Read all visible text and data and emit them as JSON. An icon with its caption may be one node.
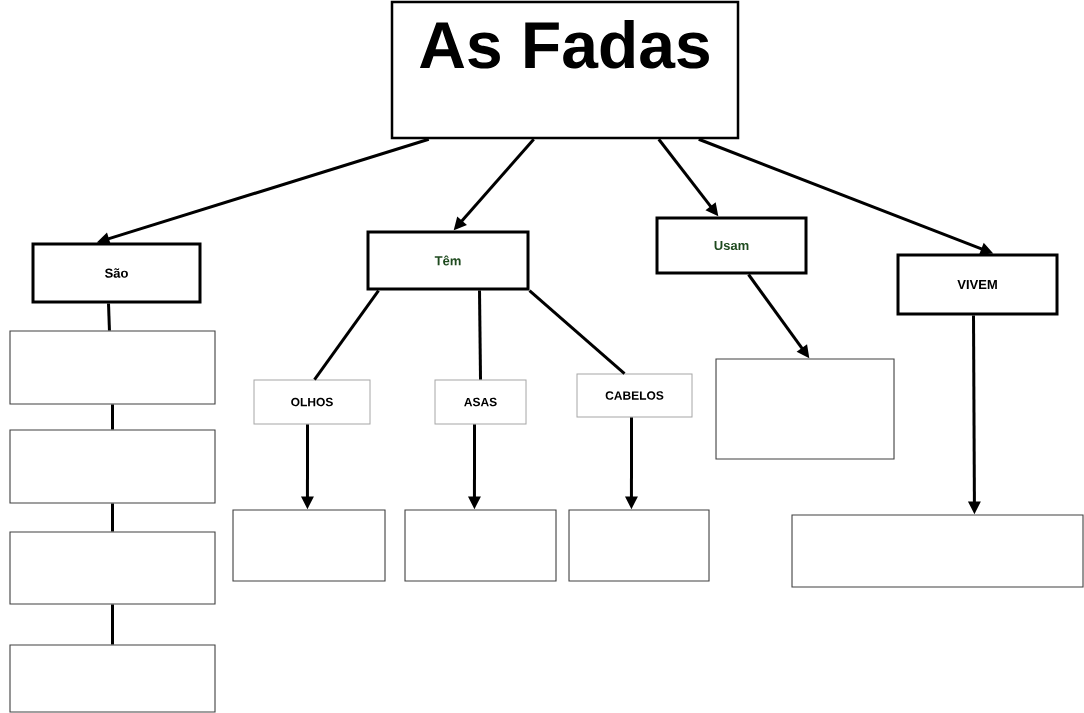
{
  "diagram": {
    "nodes": [
      {
        "text": [
          "As Fadas"
        ]
      },
      {
        "text": [
          "São"
        ]
      },
      {
        "text": [
          "Têm"
        ]
      },
      {
        "text": [
          "Usam"
        ]
      },
      {
        "text": [
          "VIVEM"
        ]
      },
      {
        "text": [],
        "shape": "box"
      },
      {
        "text": [],
        "shape": "box"
      },
      {
        "text": [],
        "shape": "box"
      },
      {
        "text": [],
        "shape": "box"
      },
      {
        "text": [
          "OLHOS"
        ]
      },
      {
        "text": [
          "ASAS"
        ]
      },
      {
        "text": [
          "CABELOS"
        ]
      },
      {
        "text": [],
        "shape": "box"
      },
      {
        "text": [],
        "shape": "box"
      },
      {
        "text": [],
        "shape": "box"
      },
      {
        "text": [],
        "shape": "box"
      },
      {
        "text": [],
        "shape": "box"
      }
    ],
    "edges": [
      {
        "from": 0,
        "to": 1,
        "arrow": "to"
      },
      {
        "from": 0,
        "to": 2,
        "arrow": "to"
      },
      {
        "from": 0,
        "to": 3,
        "arrow": "to"
      },
      {
        "from": 0,
        "to": 4,
        "arrow": "to"
      },
      {
        "from": 1,
        "to": 5,
        "arrow": "none"
      },
      {
        "from": 5,
        "to": 6,
        "arrow": "none"
      },
      {
        "from": 6,
        "to": 7,
        "arrow": "none"
      },
      {
        "from": 7,
        "to": 8,
        "arrow": "none"
      },
      {
        "from": 2,
        "to": 9,
        "arrow": "none"
      },
      {
        "from": 2,
        "to": 10,
        "arrow": "none"
      },
      {
        "from": 2,
        "to": 11,
        "arrow": "none"
      },
      {
        "from": 9,
        "to": 12,
        "arrow": "to"
      },
      {
        "from": 10,
        "to": 13,
        "arrow": "to"
      },
      {
        "from": 11,
        "to": 14,
        "arrow": "to"
      },
      {
        "from": 3,
        "to": 15,
        "arrow": "to"
      },
      {
        "from": 4,
        "to": 16,
        "arrow": "to"
      }
    ]
  }
}
